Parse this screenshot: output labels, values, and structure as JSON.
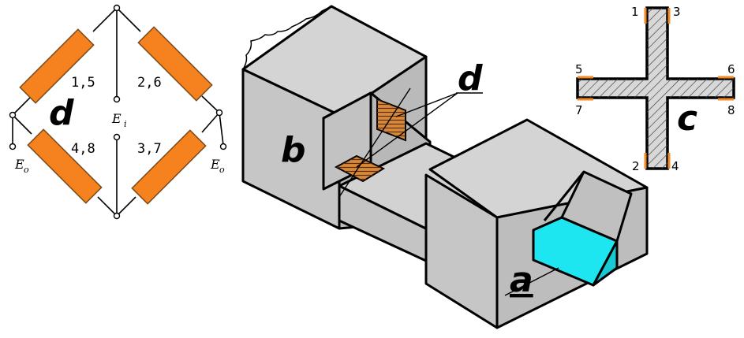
{
  "colors": {
    "resistor": "#f5821f",
    "resistor_stroke": "#7a4a1a",
    "block_fill": "#cfcfcf",
    "block_dark": "#bdbdbd",
    "gauge_fill": "#d9883a",
    "load_cell": "#1ee6f0",
    "cross_fill": "#d8d8d8",
    "gauge_mark": "#f08a2a",
    "line": "#000000"
  },
  "bridge": {
    "label_d": "d",
    "top_left": "1,5",
    "top_right": "2,6",
    "bottom_left": "4,8",
    "bottom_right": "3,7",
    "excitation_main": "E",
    "excitation_sub": "i",
    "output_left_main": "E",
    "output_left_sub": "o",
    "output_right_main": "E",
    "output_right_sub": "o"
  },
  "beam": {
    "label_b": "b",
    "label_d": "d",
    "label_a": "a"
  },
  "cross_section": {
    "label_c": "c",
    "gauge_numbers": [
      "1",
      "3",
      "5",
      "6",
      "7",
      "8",
      "2",
      "4"
    ]
  }
}
